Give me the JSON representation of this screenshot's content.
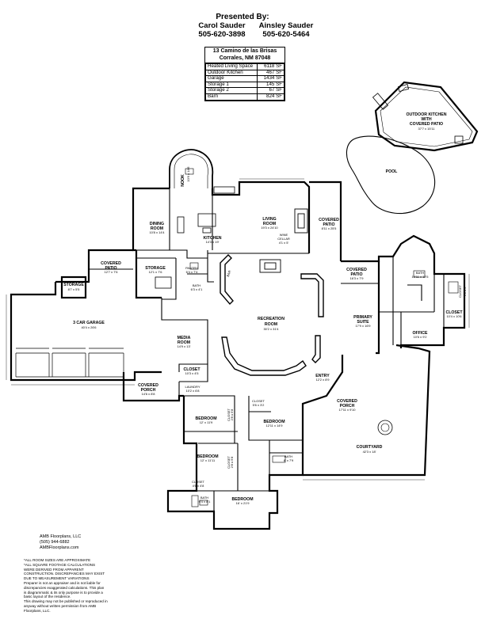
{
  "header": {
    "presented_by": "Presented By:",
    "agents": [
      {
        "name": "Carol Sauder",
        "phone": "505-620-3898"
      },
      {
        "name": "Ainsley Sauder",
        "phone": "505-620-5464"
      }
    ]
  },
  "property": {
    "address_line1": "13 Camino de las Brisas",
    "address_line2": "Corrales, NM 87048",
    "areas": [
      {
        "label": "Heated Living Space",
        "value": "6118 SF"
      },
      {
        "label": "Outdoor Kitchen",
        "value": "467 SF"
      },
      {
        "label": "Garage",
        "value": "1434 SF"
      },
      {
        "label": "Storage 1",
        "value": "145 SF"
      },
      {
        "label": "Storage 2",
        "value": "67 SF"
      },
      {
        "label": "Barn",
        "value": "824 SF"
      }
    ]
  },
  "rooms": {
    "outdoor_kitchen": {
      "line1": "OUTDOOR KITCHEN",
      "line2": "WITH",
      "line3": "COVERED PATIO",
      "dim": "37'7 x 15'11"
    },
    "pool": {
      "name": "POOL"
    },
    "nook": {
      "name": "NOOK",
      "dim": "10'6 x 14'6"
    },
    "dining": {
      "name": "DINING",
      "name2": "ROOM",
      "dim": "10'8 x 14'4"
    },
    "kitchen": {
      "name": "KITCHEN",
      "dim": "14'3 x 19'"
    },
    "living": {
      "name": "LIVING",
      "name2": "ROOM",
      "dim": "19'3 x 24'10"
    },
    "wine_cellar": {
      "name": "WINE",
      "name2": "CELLAR",
      "dim": "4'1 x 5'"
    },
    "covered_patio_right": {
      "name": "COVERED",
      "name2": "PATIO",
      "dim": "8'11 x 25'5"
    },
    "covered_patio_left": {
      "name": "COVERED",
      "name2": "PATIO",
      "dim": "12'7 x 7'6"
    },
    "storage_house": {
      "name": "STORAGE",
      "dim": "12'1 x 7'6"
    },
    "pantry": {
      "name": "PANTRY",
      "dim": "6'4 x 7'4"
    },
    "bath_half": {
      "name": "BATH",
      "dim": "6'3 x 4'1"
    },
    "bar": {
      "name": "BAR"
    },
    "storage_garage": {
      "name": "STORAGE",
      "dim": "8'7 x 5'5"
    },
    "garage": {
      "name": "3 CAR GARAGE",
      "dim": "40'4 x 26'6"
    },
    "media": {
      "name": "MEDIA",
      "name2": "ROOM",
      "dim": "14'9 x 13'"
    },
    "recreation": {
      "name": "RECREATION",
      "name2": "ROOM",
      "dim": "30'2 x 31'4"
    },
    "covered_patio_primary": {
      "name": "COVERED",
      "name2": "PATIO",
      "dim": "16'3 x 7'9"
    },
    "primary_bath": {
      "name": "BATH",
      "dim": "19'11 x 12'5"
    },
    "closet_a": {
      "name": "CLOSET",
      "dim": "9'1 x 6'"
    },
    "closet_b": {
      "name": "CLOSET",
      "dim": "10'4 x 10'6"
    },
    "primary_suite": {
      "name": "PRIMARY",
      "name2": "SUITE",
      "dim": "17'9 x 16'9"
    },
    "office": {
      "name": "OFFICE",
      "dim": "10'6 x 9'2"
    },
    "closet_hall": {
      "name": "CLOSET",
      "dim": "10'3 x 4'5"
    },
    "entry": {
      "name": "ENTRY",
      "dim": "12'2 x 8'9"
    },
    "covered_porch_left": {
      "name": "COVERED",
      "name2": "PORCH",
      "dim": "14'6 x 8'8"
    },
    "laundry": {
      "name": "LAUNDRY",
      "dim": "10'2 x 6'8"
    },
    "covered_porch_entry": {
      "name": "COVERED",
      "name2": "PORCH",
      "dim": "17'11 x 9'10"
    },
    "bedroom_1": {
      "name": "BEDROOM",
      "dim": "12' x 11'9"
    },
    "closet_bed1": {
      "name": "CLOSET",
      "dim": "2'8 x 5'8"
    },
    "bedroom_2": {
      "name": "BEDROOM",
      "dim": "12'11 x 14'9"
    },
    "closet_bed2": {
      "name": "CLOSET",
      "dim": "5'6 x 3'2"
    },
    "bath_bed2": {
      "name": "BATH",
      "dim": "8' x 7'9"
    },
    "bedroom_3": {
      "name": "BEDROOM",
      "dim": "12' x 11'11"
    },
    "closet_bed3": {
      "name": "CLOSET",
      "dim": "2'8 x 5'8"
    },
    "courtyard": {
      "name": "COURTYARD",
      "dim": "42'3 x 18'"
    },
    "closet_bed4": {
      "name": "CLOSET",
      "dim": "4'6 x 4'8"
    },
    "bath_bed4": {
      "name": "BATH",
      "dim": "9'4 x 8'1"
    },
    "bedroom_4": {
      "name": "BEDROOM",
      "dim": "16' x 21'9"
    }
  },
  "credit": {
    "company": "AMB Floorplans, LLC",
    "phone": "(505) 944-6882",
    "website": "AMBFloorplans.com"
  },
  "disclaimer": [
    "*ALL ROOM SIZES ARE APPROXIMATE",
    "*ALL SQUARE FOOTAGE CALCULATIONS",
    "WERE DERIVED FROM APPARENT",
    "CONSTRUCTION. DISCREPANCIES MAY EXIST",
    "DUE TO MEASUREMENT VARIATIONS",
    "Preparer is not an appraiser and is not liable for",
    "discrepancies exaggerated calculations.  This plan",
    "is diagrammatic & its only purpose is to provide a",
    "basic layout of the residence.",
    "This drawing may not be published or reproduced in",
    "anyway without written permission from AMB",
    "Floorplans, LLC."
  ]
}
